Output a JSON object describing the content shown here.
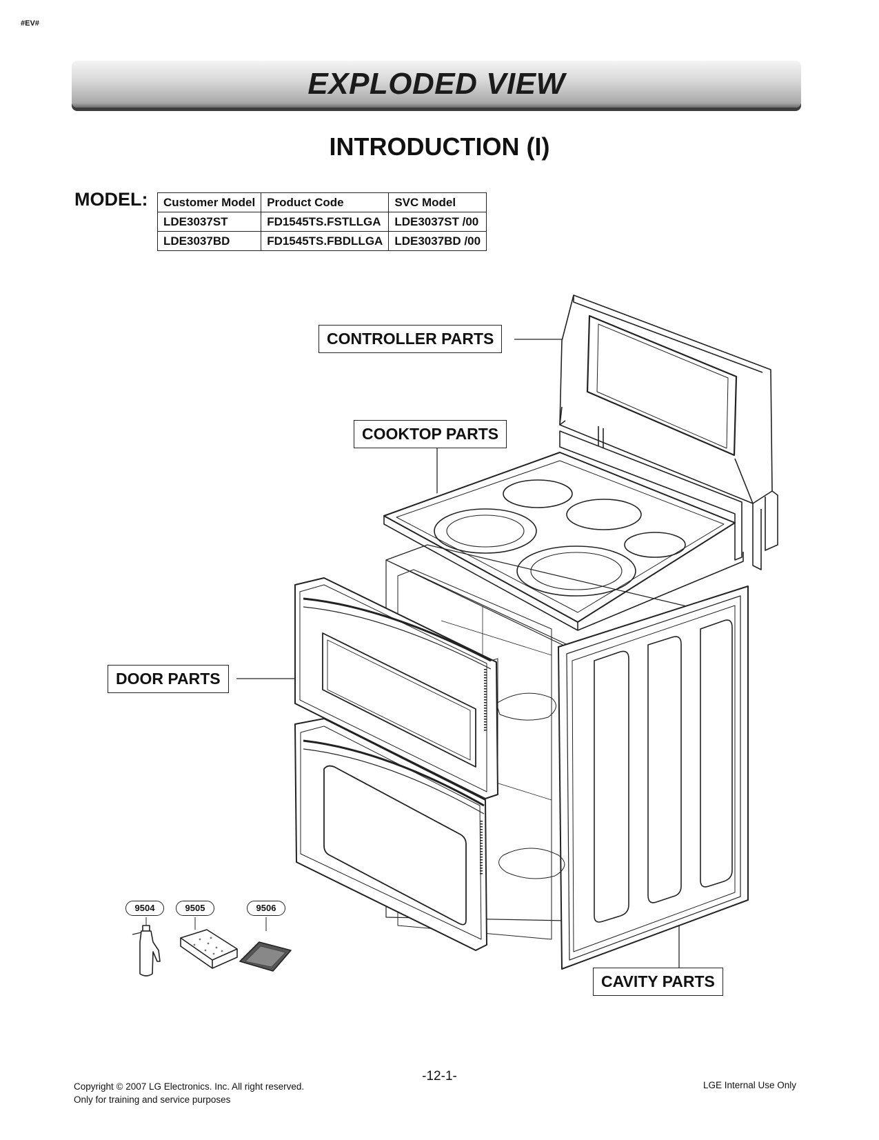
{
  "header_tag": "#EV#",
  "banner_title": "EXPLODED VIEW",
  "subtitle": "INTRODUCTION (I)",
  "model_label": "MODEL:",
  "model_table": {
    "headers": [
      "Customer Model",
      "Product Code",
      "SVC Model"
    ],
    "rows": [
      [
        "LDE3037ST",
        "FD1545TS.FSTLLGA",
        "LDE3037ST /00"
      ],
      [
        "LDE3037BD",
        "FD1545TS.FBDLLGA",
        "LDE3037BD /00"
      ]
    ]
  },
  "part_labels": {
    "controller": "CONTROLLER PARTS",
    "cooktop": "COOKTOP PARTS",
    "door": "DOOR PARTS",
    "cavity": "CAVITY PARTS"
  },
  "accessories": [
    {
      "number": "9504",
      "icon": "spray-bottle-icon"
    },
    {
      "number": "9505",
      "icon": "scrub-sponge-icon"
    },
    {
      "number": "9506",
      "icon": "scraper-pad-icon"
    }
  ],
  "page_number": "-12-1-",
  "footer": {
    "copyright": "Copyright © 2007 LG Electronics. Inc. All right reserved.",
    "note": "Only for training and service purposes",
    "right": "LGE Internal Use Only"
  }
}
